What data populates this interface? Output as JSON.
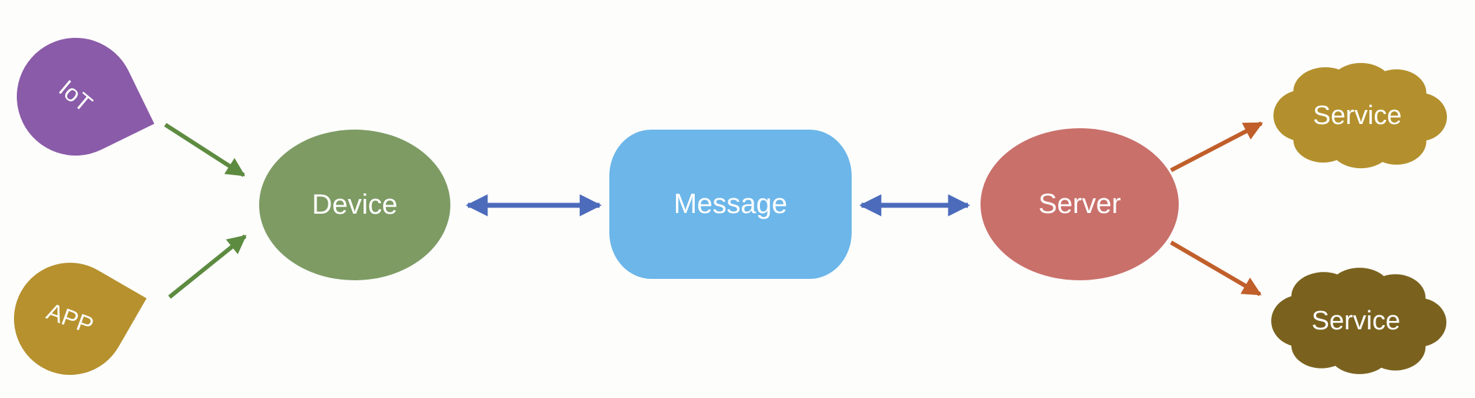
{
  "diagram": {
    "background_color": "#fdfdfc",
    "nodes": {
      "iot": {
        "label": "IoT",
        "shape": "teardrop",
        "color": "#8a5ba8"
      },
      "app": {
        "label": "APP",
        "shape": "teardrop",
        "color": "#b6912e"
      },
      "device": {
        "label": "Device",
        "shape": "ellipse",
        "color": "#7d9b63"
      },
      "message": {
        "label": "Message",
        "shape": "rounded-rectangle",
        "color": "#6cb6e9"
      },
      "server": {
        "label": "Server",
        "shape": "ellipse",
        "color": "#c9706a"
      },
      "service_top": {
        "label": "Service",
        "shape": "cloud",
        "color": "#b3902d"
      },
      "service_bottom": {
        "label": "Service",
        "shape": "cloud",
        "color": "#7a621e"
      }
    },
    "edges": [
      {
        "from": "iot",
        "to": "device",
        "style": "one-way",
        "color": "#5d8b40"
      },
      {
        "from": "app",
        "to": "device",
        "style": "one-way",
        "color": "#5d8b40"
      },
      {
        "from": "device",
        "to": "message",
        "style": "two-way",
        "color": "#4c6bbb"
      },
      {
        "from": "message",
        "to": "server",
        "style": "two-way",
        "color": "#4c6bbb"
      },
      {
        "from": "server",
        "to": "service_top",
        "style": "one-way",
        "color": "#c05f2a"
      },
      {
        "from": "server",
        "to": "service_bottom",
        "style": "one-way",
        "color": "#c05f2a"
      }
    ],
    "label_text_color": "#ffffff"
  }
}
